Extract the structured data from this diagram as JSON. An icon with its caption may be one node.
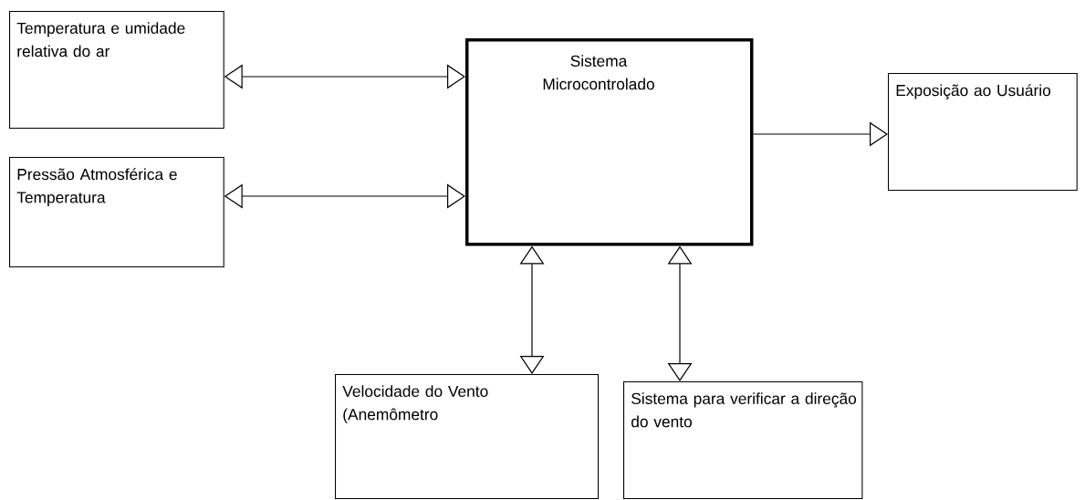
{
  "diagram": {
    "nodes": [
      {
        "text": [
          "Temperatura e umidade relativa do ar"
        ]
      },
      {
        "text": [
          "Pressão Atmosférica e Temperatura"
        ]
      },
      {
        "text": [
          "Sistema Microcontrolado"
        ]
      },
      {
        "text": [
          "Exposição ao Usuário"
        ]
      },
      {
        "text": [
          "Velocidade do Vento (Anemômetro"
        ]
      },
      {
        "text": [
          "Sistema para verificar a direção do vento"
        ]
      }
    ],
    "edges": [
      {
        "from": 0,
        "to": 2,
        "arrow": "both"
      },
      {
        "from": 1,
        "to": 2,
        "arrow": "both"
      },
      {
        "from": 2,
        "to": 3,
        "arrow": "to"
      },
      {
        "from": 2,
        "to": 4,
        "arrow": "both"
      },
      {
        "from": 2,
        "to": 5,
        "arrow": "both"
      }
    ]
  }
}
